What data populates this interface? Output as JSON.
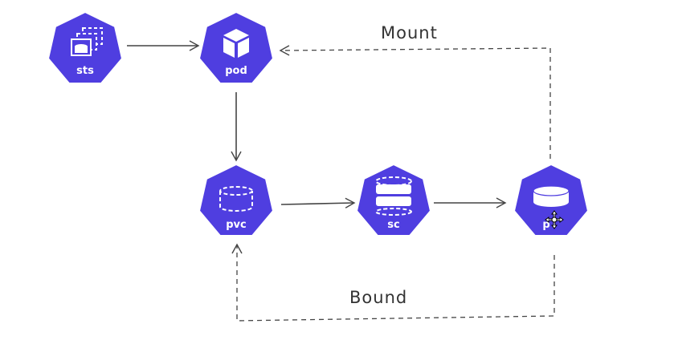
{
  "colors": {
    "node_fill": "#4f3ee0",
    "node_stroke": "#ffffff",
    "edge": "#444444",
    "edge_label": "#333333",
    "background": "#ffffff"
  },
  "nodes": [
    {
      "id": "sts",
      "label": "sts",
      "icon": "statefulset-icon"
    },
    {
      "id": "pod",
      "label": "pod",
      "icon": "pod-cube-icon"
    },
    {
      "id": "pvc",
      "label": "pvc",
      "icon": "pvc-disk-icon"
    },
    {
      "id": "sc",
      "label": "sc",
      "icon": "storageclass-icon"
    },
    {
      "id": "pv",
      "label": "p",
      "icon": "pv-disk-icon"
    }
  ],
  "edges": [
    {
      "from": "sts",
      "to": "pod",
      "style": "solid"
    },
    {
      "from": "pod",
      "to": "pvc",
      "style": "solid"
    },
    {
      "from": "pvc",
      "to": "sc",
      "style": "solid"
    },
    {
      "from": "sc",
      "to": "pv",
      "style": "solid"
    },
    {
      "from": "pv",
      "to": "pod",
      "style": "dashed",
      "label": "Mount"
    },
    {
      "from": "pv",
      "to": "pvc",
      "style": "dashed",
      "label": "Bound"
    }
  ],
  "cursor_icon": "move-cursor-icon"
}
